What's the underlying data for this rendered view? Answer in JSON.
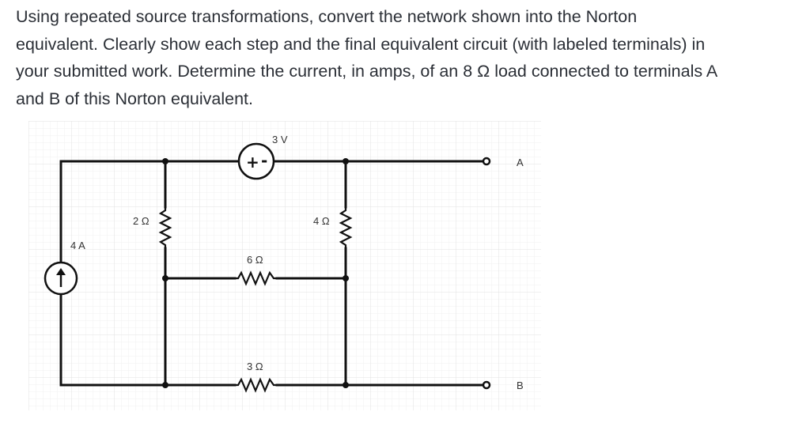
{
  "question": {
    "lines": [
      "Using repeated source transformations, convert the network shown into the Norton",
      "equivalent.  Clearly show each step and the final equivalent circuit (with labeled terminals) in",
      "your submitted work.  Determine the current, in amps, of an 8 Ω load connected to terminals A",
      "and B of this Norton equivalent."
    ]
  },
  "circuit": {
    "current_source": {
      "label": "4 A",
      "icon": "arrow-up-icon"
    },
    "voltage_source": {
      "label": "3 V",
      "plus": "+",
      "minus": "-"
    },
    "resistors": {
      "r2": "2 Ω",
      "r4": "4 Ω",
      "r6": "6 Ω",
      "r3": "3 Ω"
    },
    "terminals": {
      "a": "A",
      "b": "B"
    }
  },
  "colors": {
    "text": "#2b2f36",
    "wire": "#111111",
    "grid": "#ececec"
  }
}
